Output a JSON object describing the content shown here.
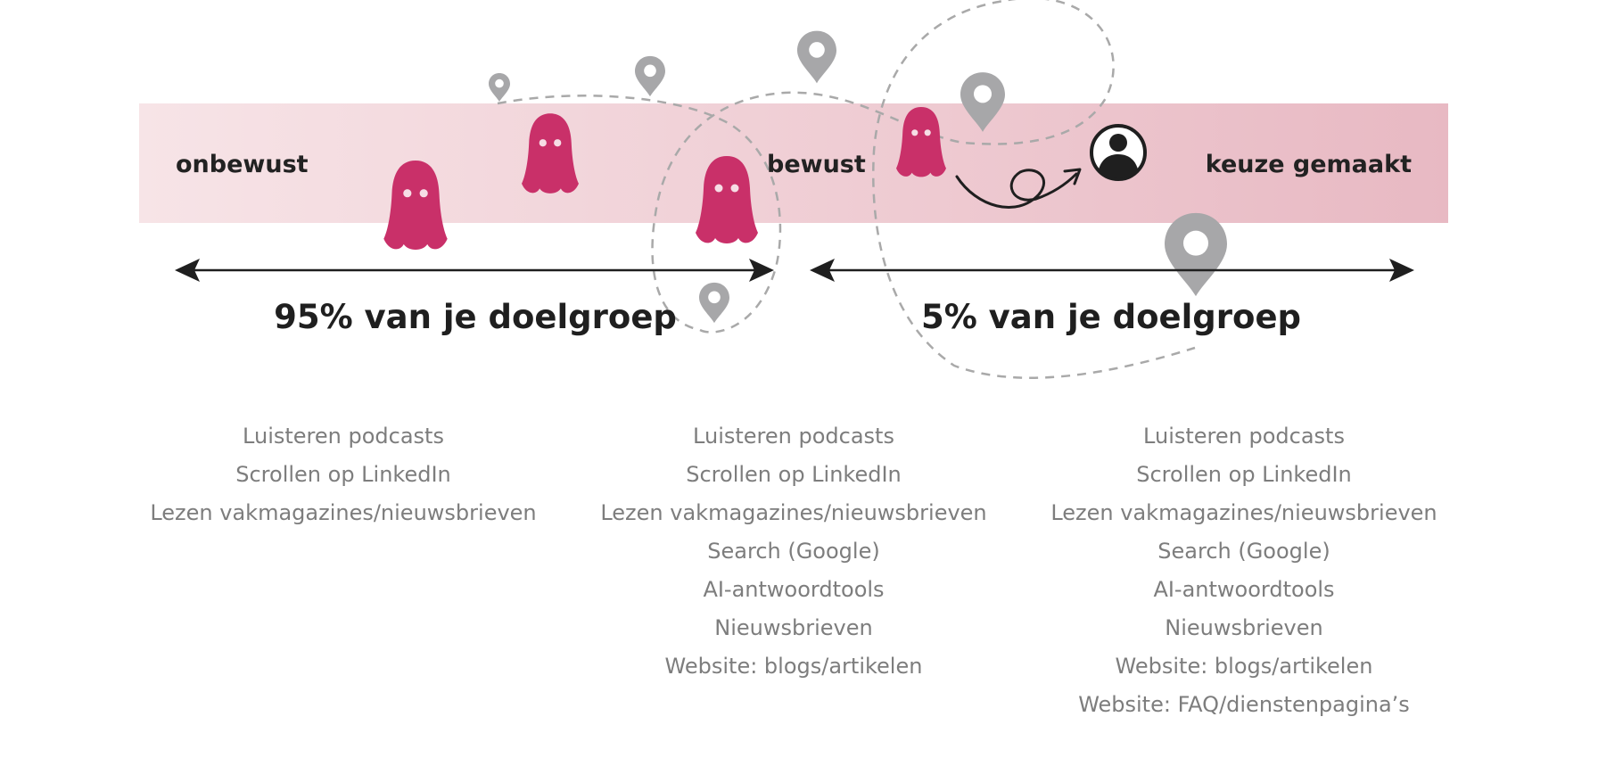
{
  "stages": {
    "unaware": "onbewust",
    "aware": "bewust",
    "decided": "keuze gemaakt"
  },
  "segments": {
    "left": "95% van je doelgroep",
    "right": "5% van je doelgroep"
  },
  "columns": [
    [
      "Luisteren podcasts",
      "Scrollen op LinkedIn",
      "Lezen vakmagazines/nieuwsbrieven"
    ],
    [
      "Luisteren podcasts",
      "Scrollen op LinkedIn",
      "Lezen vakmagazines/nieuwsbrieven",
      "Search (Google)",
      "AI-antwoordtools",
      "Nieuwsbrieven",
      "Website: blogs/artikelen"
    ],
    [
      "Luisteren podcasts",
      "Scrollen op LinkedIn",
      "Lezen vakmagazines/nieuwsbrieven",
      "Search (Google)",
      "AI-antwoordtools",
      "Nieuwsbrieven",
      "Website: blogs/artikelen",
      "Website: FAQ/dienstenpagina’s"
    ]
  ],
  "colors": {
    "band_start": "#f7e4e7",
    "band_end": "#e8b9c3",
    "ghost": "#c93069",
    "pin": "#a7a7a9",
    "dashed_path": "#a9a9a9",
    "text_dark": "#222222",
    "text_muted": "#7d7d7d"
  },
  "icons": {
    "ghost": "ghost-icon",
    "pin": "map-pin-icon",
    "person": "person-circle-icon",
    "arrow": "double-arrow"
  }
}
